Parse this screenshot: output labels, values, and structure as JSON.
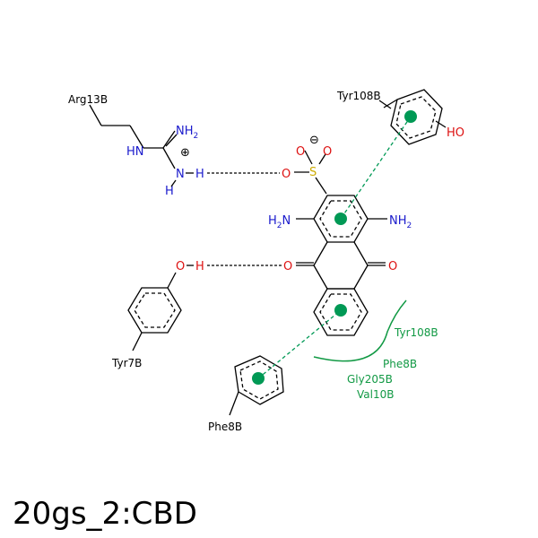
{
  "title": "20gs_2:CBD",
  "colors": {
    "nitrogen": "#1a1acc",
    "oxygen": "#dd1111",
    "sulfur": "#ccaa00",
    "hydrophobic": "#119944",
    "pi_stack": "#009955",
    "bond": "#000000"
  },
  "residues": {
    "arg13b": "Arg13B",
    "tyr108b_top": "Tyr108B",
    "tyr7b": "Tyr7B",
    "phe8b_bottom": "Phe8B"
  },
  "hydrophobic_contacts": [
    "Tyr108B",
    "Phe8B",
    "Gly205B",
    "Val10B"
  ],
  "atoms": {
    "nh2_arg": "NH",
    "nh2_arg_sub": "2",
    "hn_arg": "HN",
    "n_arg": "N",
    "h_arg_bottom": "H",
    "h_arg_bond": "H",
    "plus": "⊕",
    "minus": "⊖",
    "o_sulf_1": "O",
    "o_sulf_2": "O",
    "o_sulf_3": "O",
    "s_sulf": "S",
    "ho_tyr108": "HO",
    "h2n_left": "H",
    "h2n_left_sub": "2",
    "h2n_left_n": "N",
    "nh2_right": "NH",
    "nh2_right_sub": "2",
    "o_tyr7": "O",
    "h_tyr7": "H",
    "o_keto_left": "O",
    "o_keto_right": "O"
  }
}
